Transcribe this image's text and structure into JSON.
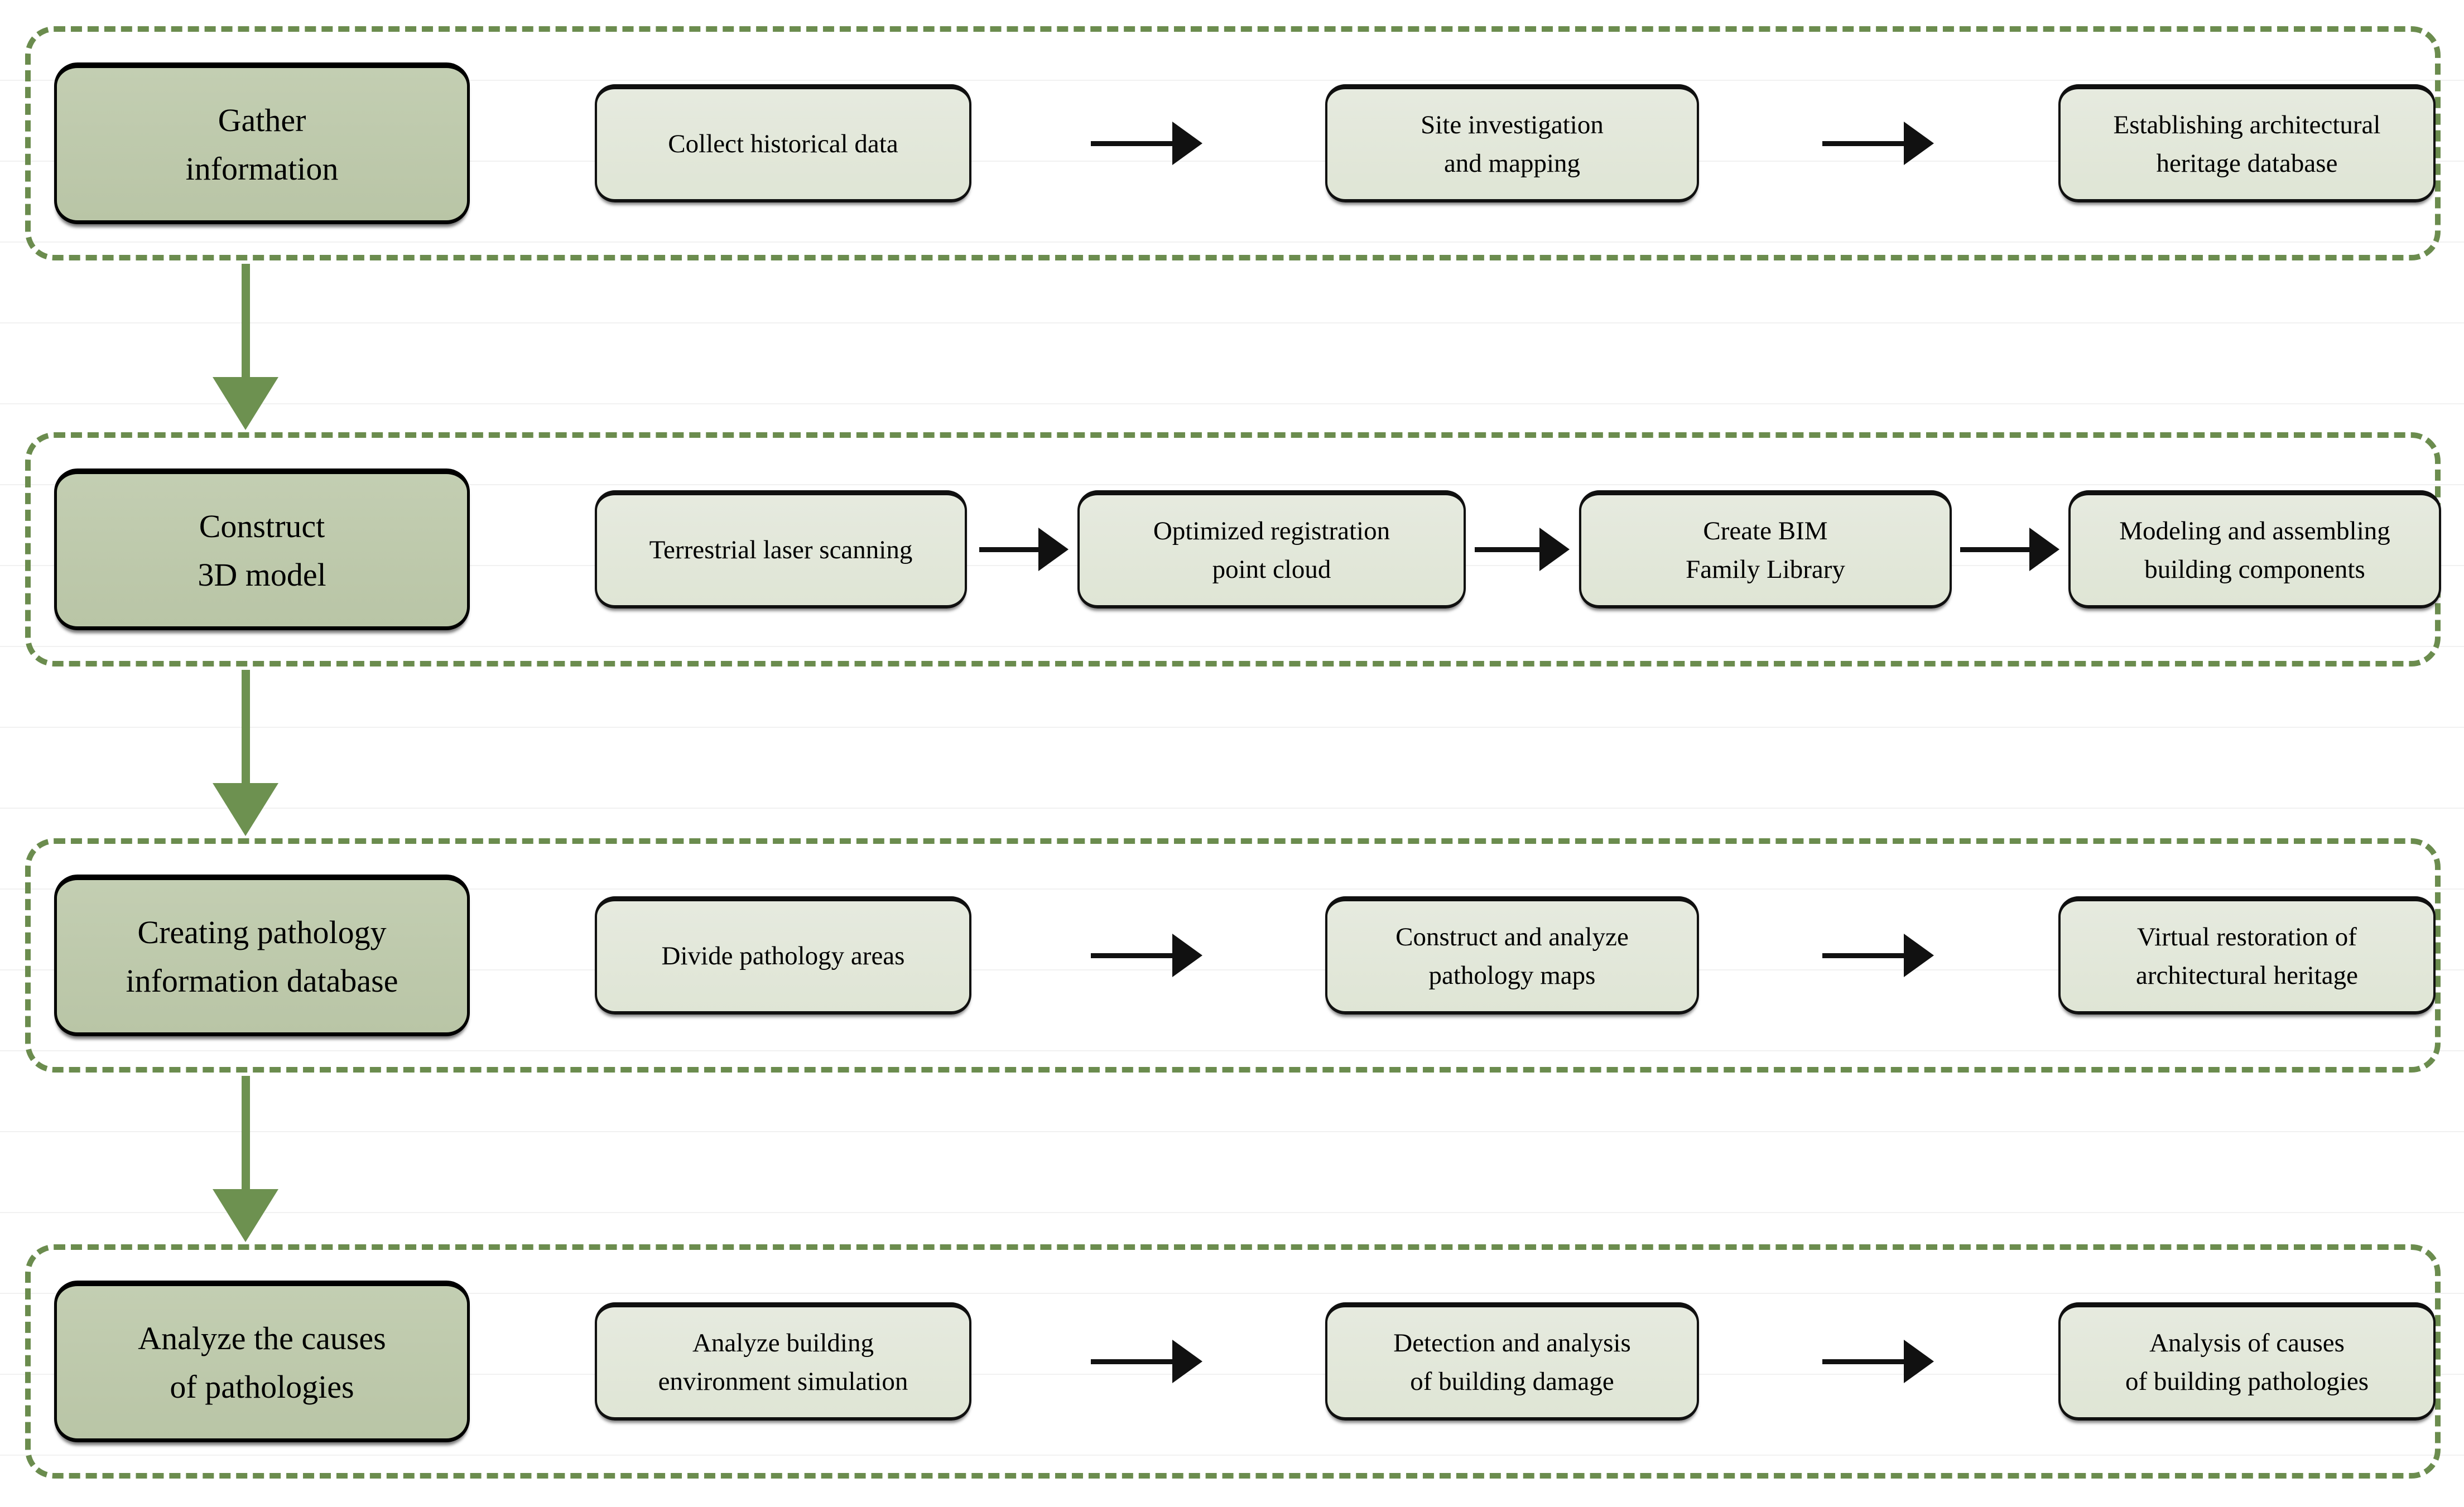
{
  "palette": {
    "dash_green": "#6b8c4e",
    "arrow_green": "#6d9150",
    "stage_fill": "#bec9ac",
    "step_fill": "#e3e8db",
    "arrow_black": "#111111"
  },
  "rows": [
    {
      "stage": "Gather\ninformation",
      "steps": [
        "Collect historical data",
        "Site investigation\nand mapping",
        "Establishing architectural\nheritage database"
      ]
    },
    {
      "stage": "Construct\n3D model",
      "steps": [
        "Terrestrial laser scanning",
        "Optimized registration\npoint cloud",
        "Create BIM\nFamily Library",
        "Modeling and assembling\nbuilding components"
      ]
    },
    {
      "stage": "Creating pathology\ninformation database",
      "steps": [
        "Divide pathology areas",
        "Construct and analyze\npathology maps",
        "Virtual restoration of\narchitectural heritage"
      ]
    },
    {
      "stage": "Analyze the causes\nof pathologies",
      "steps": [
        "Analyze building\nenvironment simulation",
        "Detection and analysis\nof building damage",
        "Analysis of causes\nof building pathologies"
      ]
    }
  ]
}
